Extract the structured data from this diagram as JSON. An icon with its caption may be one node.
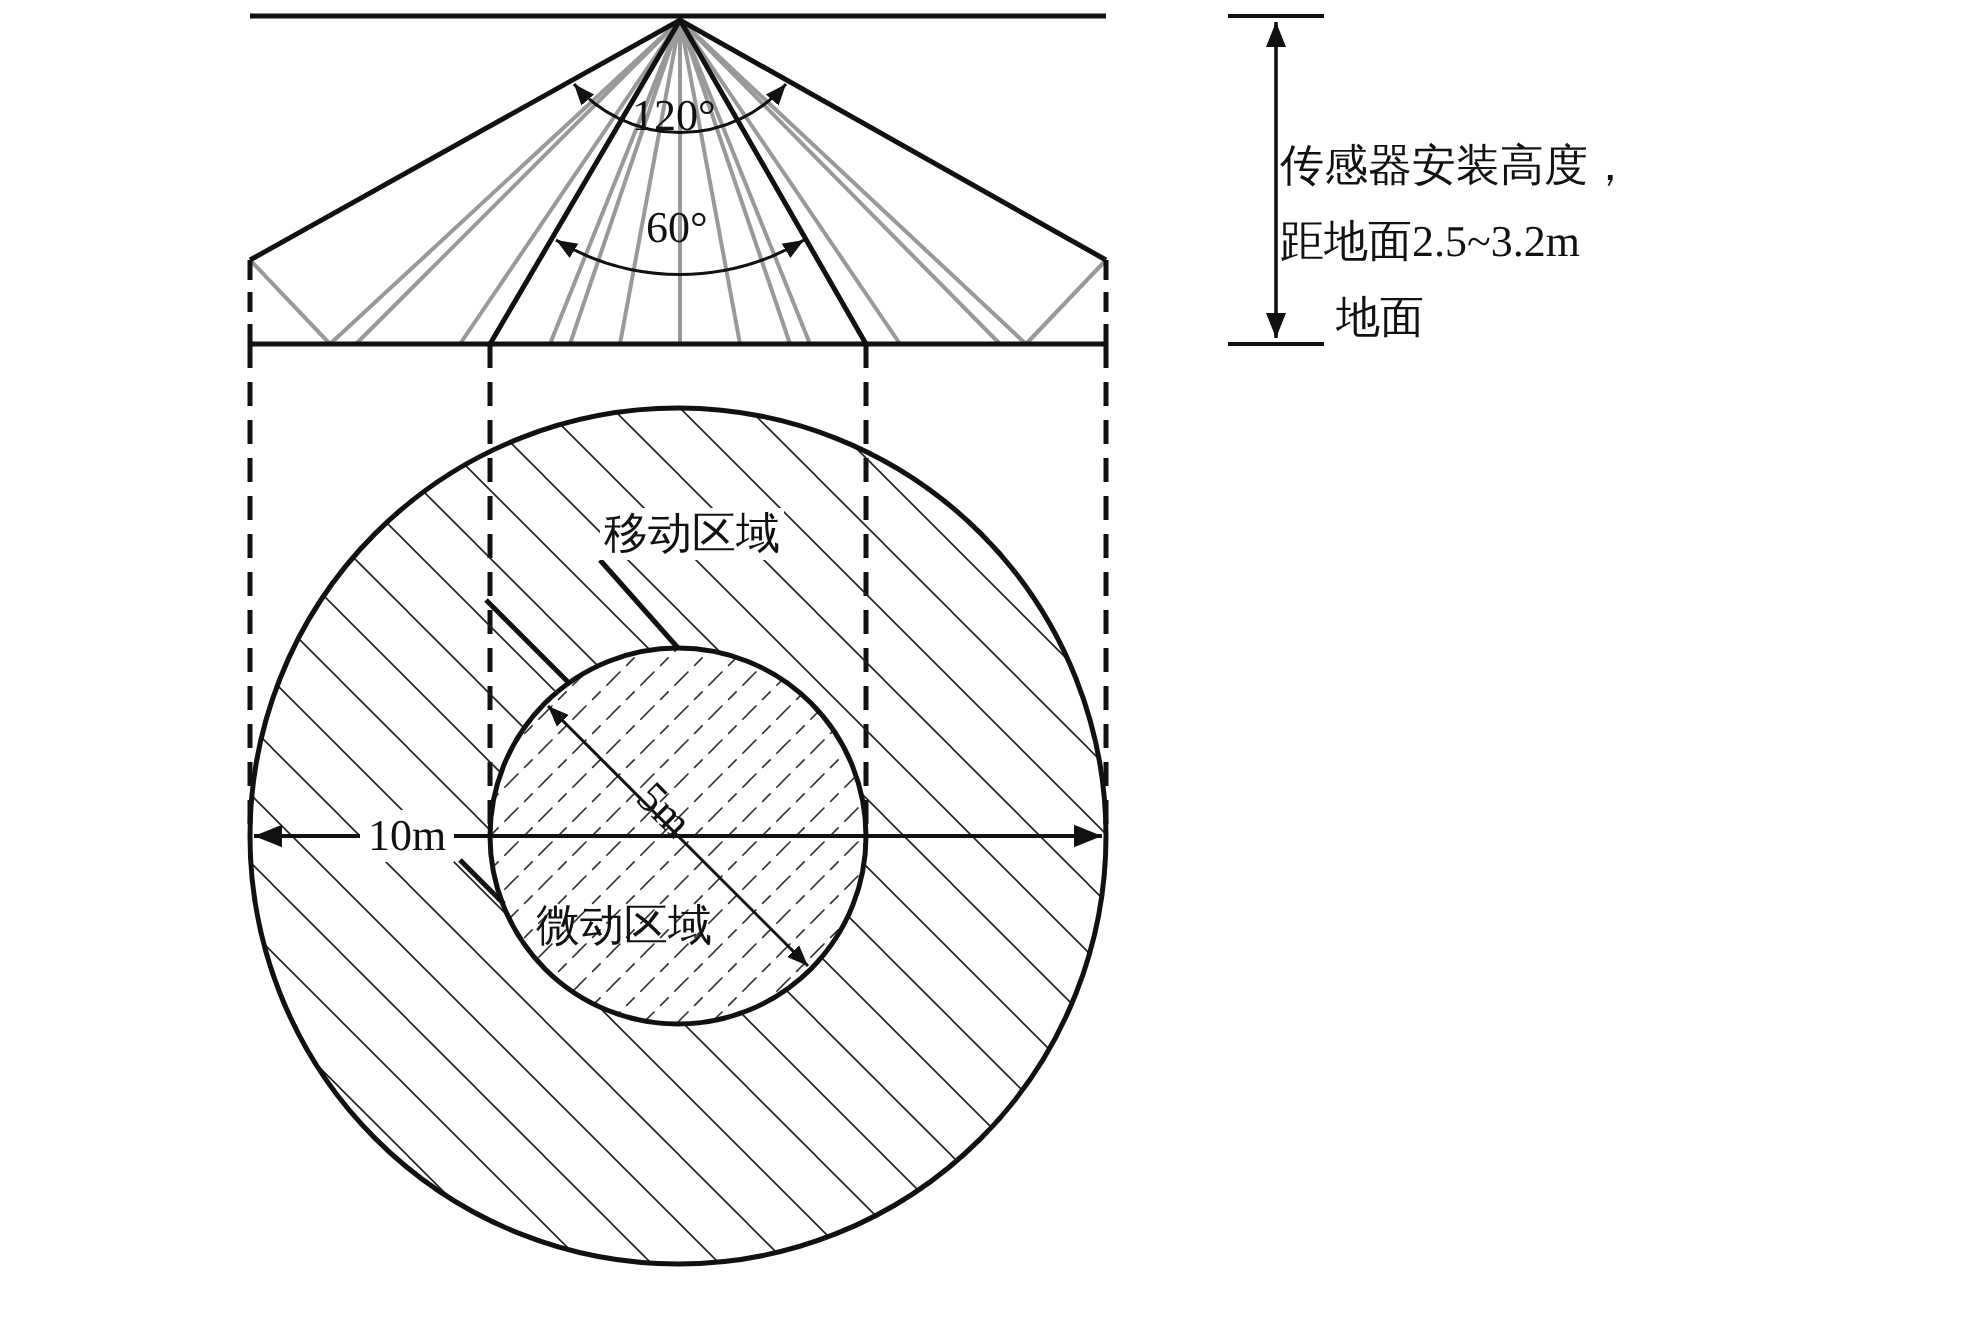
{
  "diagram": {
    "nodes": [
      {
        "text": [
          "移动区域"
        ]
      },
      {
        "text": [],
        "shape": "circle"
      }
    ],
    "edges": [
      {
        "from": 0,
        "to": 1,
        "arrow": "none"
      }
    ],
    "labels": [
      "120°",
      "传感器安装高度，距地面2.5~3.2m",
      "60°",
      "地面",
      "5m",
      "10m",
      "微动区域"
    ]
  }
}
